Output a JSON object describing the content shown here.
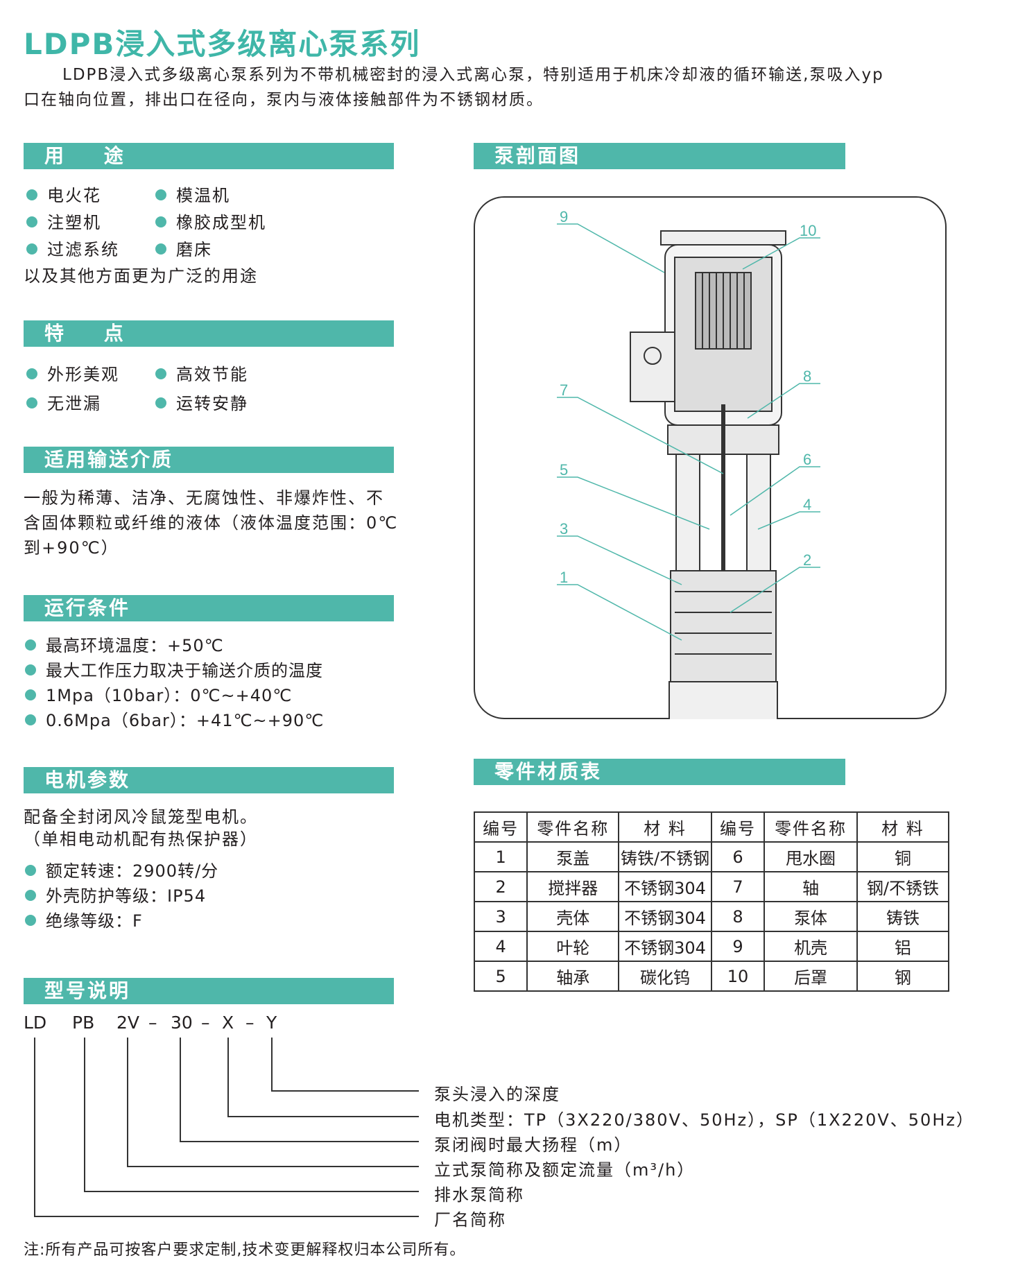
{
  "title": "LDPB浸入式多级离心泵系列",
  "intro": {
    "line1": "LDPB浸入式多级离心泵系列为不带机械密封的浸入式离心泵，特别适用于机床冷却液的循环输送,泵吸入yp",
    "line2": "口在轴向位置，排出口在径向，泵内与液体接触部件为不锈钢材质。"
  },
  "usage": {
    "heading": "用  途",
    "items": [
      "电火花",
      "模温机",
      "注塑机",
      "橡胶成型机",
      "过滤系统",
      "磨床"
    ],
    "footer": "以及其他方面更为广泛的用途"
  },
  "features": {
    "heading": "特  点",
    "items": [
      "外形美观",
      "高效节能",
      "无泄漏",
      "运转安静"
    ]
  },
  "medium": {
    "heading": "适用输送介质",
    "lines": [
      "一般为稀薄、洁净、无腐蚀性、非爆炸性、不",
      "含固体颗粒或纤维的液体（液体温度范围：0℃",
      "到+90℃）"
    ]
  },
  "conditions": {
    "heading": "运行条件",
    "items": [
      "最高环境温度：+50℃",
      "最大工作压力取决于输送介质的温度",
      "1Mpa（10bar）：0℃~+40℃",
      "0.6Mpa（6bar）：+41℃~+90℃"
    ]
  },
  "motor": {
    "heading": "电机参数",
    "lines": [
      "配备全封闭风冷鼠笼型电机。",
      "（单相电动机配有热保护器）"
    ],
    "items": [
      "额定转速：2900转/分",
      "外壳防护等级：IP54",
      "绝缘等级：F"
    ]
  },
  "model": {
    "heading": "型号说明",
    "parts": [
      "LD",
      "PB",
      "2V",
      "–",
      "30",
      "–",
      "X",
      "–",
      "Y"
    ],
    "desc": [
      "泵头浸入的深度",
      "电机类型：TP（3X220/380V、50Hz），SP（1X220V、50Hz）",
      "泵闭阀时最大扬程（m）",
      "立式泵简称及额定流量（m³/h）",
      "排水泵简称",
      "厂名简称"
    ]
  },
  "section": {
    "heading": "泵剖面图",
    "labels": [
      "9",
      "10",
      "8",
      "7",
      "6",
      "5",
      "4",
      "3",
      "2",
      "1"
    ]
  },
  "materials": {
    "heading": "零件材质表",
    "headers": [
      "编号",
      "零件名称",
      "材 料",
      "编号",
      "零件名称",
      "材 料"
    ],
    "rows": [
      [
        "1",
        "泵盖",
        "铸铁/不锈钢",
        "6",
        "甩水圈",
        "铜"
      ],
      [
        "2",
        "搅拌器",
        "不锈钢304",
        "7",
        "轴",
        "钢/不锈铁"
      ],
      [
        "3",
        "壳体",
        "不锈钢304",
        "8",
        "泵体",
        "铸铁"
      ],
      [
        "4",
        "叶轮",
        "不锈钢304",
        "9",
        "机壳",
        "铝"
      ],
      [
        "5",
        "轴承",
        "碳化钨",
        "10",
        "后罩",
        "钢"
      ]
    ]
  },
  "note": "注:所有产品可按客户要求定制,技术变更解释权归本公司所有。",
  "colors": {
    "accent": "#4fb7aa",
    "title": "#3fb6a8"
  }
}
